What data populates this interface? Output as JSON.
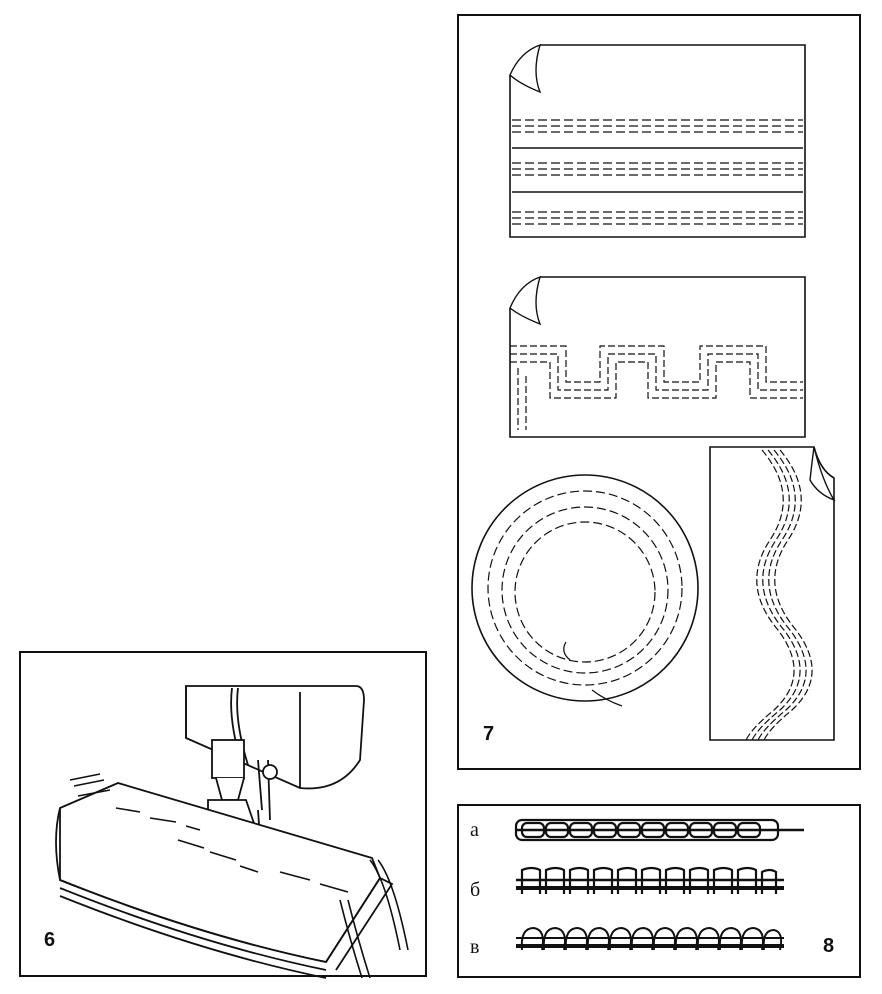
{
  "figures": {
    "fig6": {
      "label": "6"
    },
    "fig7": {
      "label": "7"
    },
    "fig8": {
      "label": "8",
      "rows": [
        {
          "letter": "а"
        },
        {
          "letter": "б"
        },
        {
          "letter": "в"
        }
      ]
    }
  },
  "colors": {
    "ink": "#111111",
    "paper": "#ffffff"
  }
}
